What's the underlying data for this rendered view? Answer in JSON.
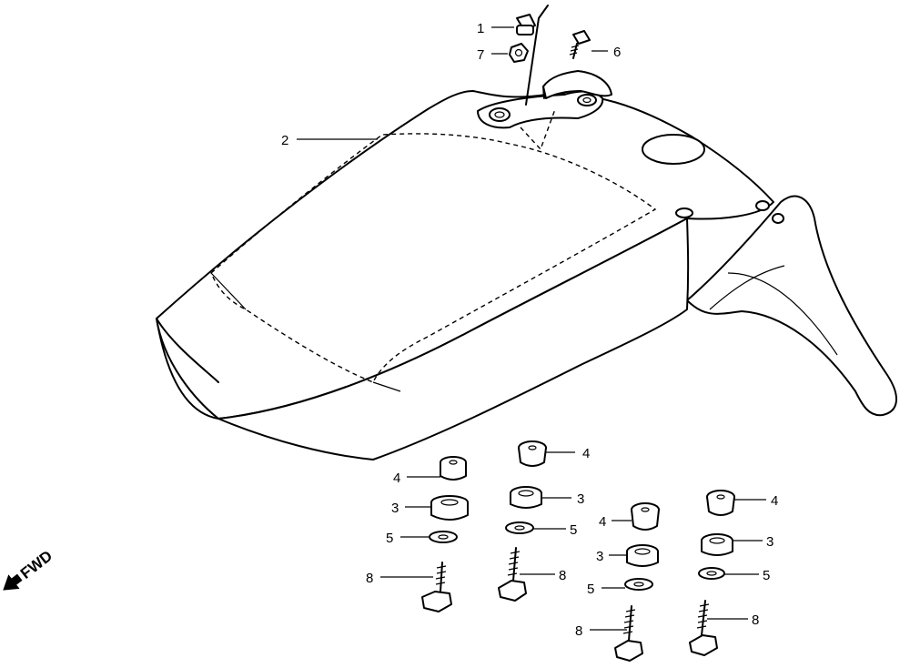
{
  "direction_label": "FWD",
  "callouts": [
    {
      "id": "c1",
      "text": "1"
    },
    {
      "id": "c7",
      "text": "7"
    },
    {
      "id": "c6",
      "text": "6"
    },
    {
      "id": "c2",
      "text": "2"
    },
    {
      "id": "c4a",
      "text": "4"
    },
    {
      "id": "c3a",
      "text": "3"
    },
    {
      "id": "c5a",
      "text": "5"
    },
    {
      "id": "c8a",
      "text": "8"
    },
    {
      "id": "c4b",
      "text": "4"
    },
    {
      "id": "c3b",
      "text": "3"
    },
    {
      "id": "c5b",
      "text": "5"
    },
    {
      "id": "c8b",
      "text": "8"
    },
    {
      "id": "c4c",
      "text": "4"
    },
    {
      "id": "c3c",
      "text": "3"
    },
    {
      "id": "c5c",
      "text": "5"
    },
    {
      "id": "c8c",
      "text": "8"
    },
    {
      "id": "c4d",
      "text": "4"
    },
    {
      "id": "c3d",
      "text": "3"
    },
    {
      "id": "c5d",
      "text": "5"
    },
    {
      "id": "c8d",
      "text": "8"
    }
  ]
}
